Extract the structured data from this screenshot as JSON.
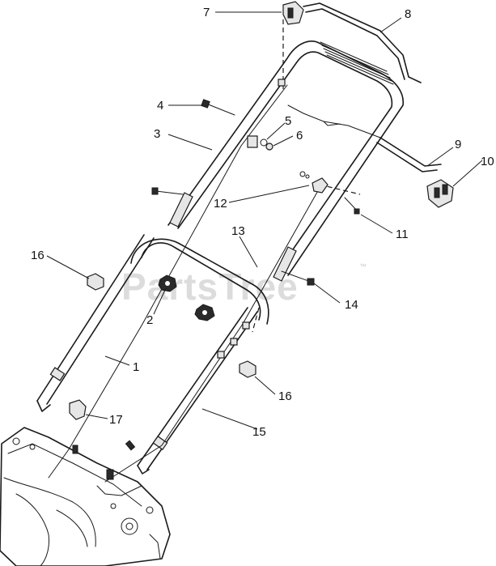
{
  "diagram": {
    "watermark": "PartsTree",
    "trademark": "™",
    "callouts": {
      "c1": "1",
      "c2": "2",
      "c3": "3",
      "c4": "4",
      "c5": "5",
      "c6": "6",
      "c7": "7",
      "c8": "8",
      "c9": "9",
      "c10": "10",
      "c11": "11",
      "c12": "12",
      "c13": "13",
      "c14": "14",
      "c15": "15",
      "c16a": "16",
      "c16b": "16",
      "c17": "17"
    }
  }
}
